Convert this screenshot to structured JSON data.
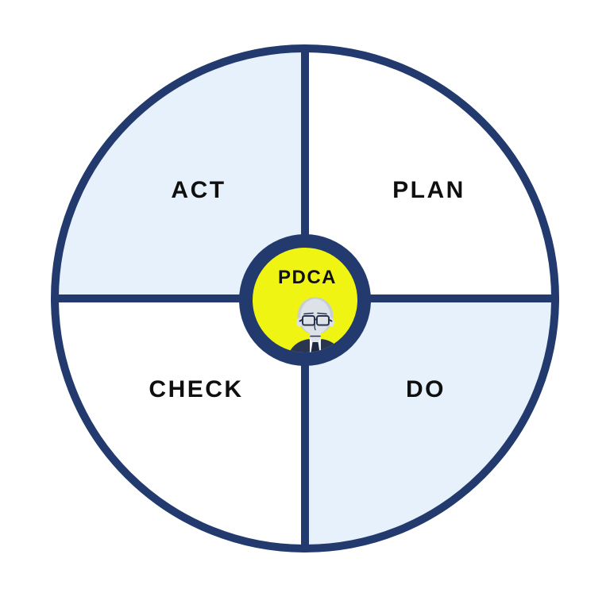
{
  "colors": {
    "navy": "#223a6d",
    "quadrant_blue": "#e7f1fc",
    "quadrant_white": "#ffffff",
    "hub_yellow": "#f0f412",
    "label_text": "#0f0f0f",
    "portrait_skin": "#dde2e8",
    "portrait_hair": "#c6cdd6",
    "portrait_suit": "#2a3550",
    "portrait_tie": "#1d2945",
    "portrait_shirt": "#f2f4f6",
    "portrait_lines": "#27334f"
  },
  "diagram": {
    "center_label": "PDCA",
    "center_image": "deming-portrait",
    "quadrants": [
      {
        "label": "PLAN",
        "position": "top-right",
        "fill": "#ffffff"
      },
      {
        "label": "DO",
        "position": "bottom-right",
        "fill": "#e7f1fc"
      },
      {
        "label": "CHECK",
        "position": "bottom-left",
        "fill": "#ffffff"
      },
      {
        "label": "ACT",
        "position": "top-left",
        "fill": "#e7f1fc"
      }
    ]
  }
}
